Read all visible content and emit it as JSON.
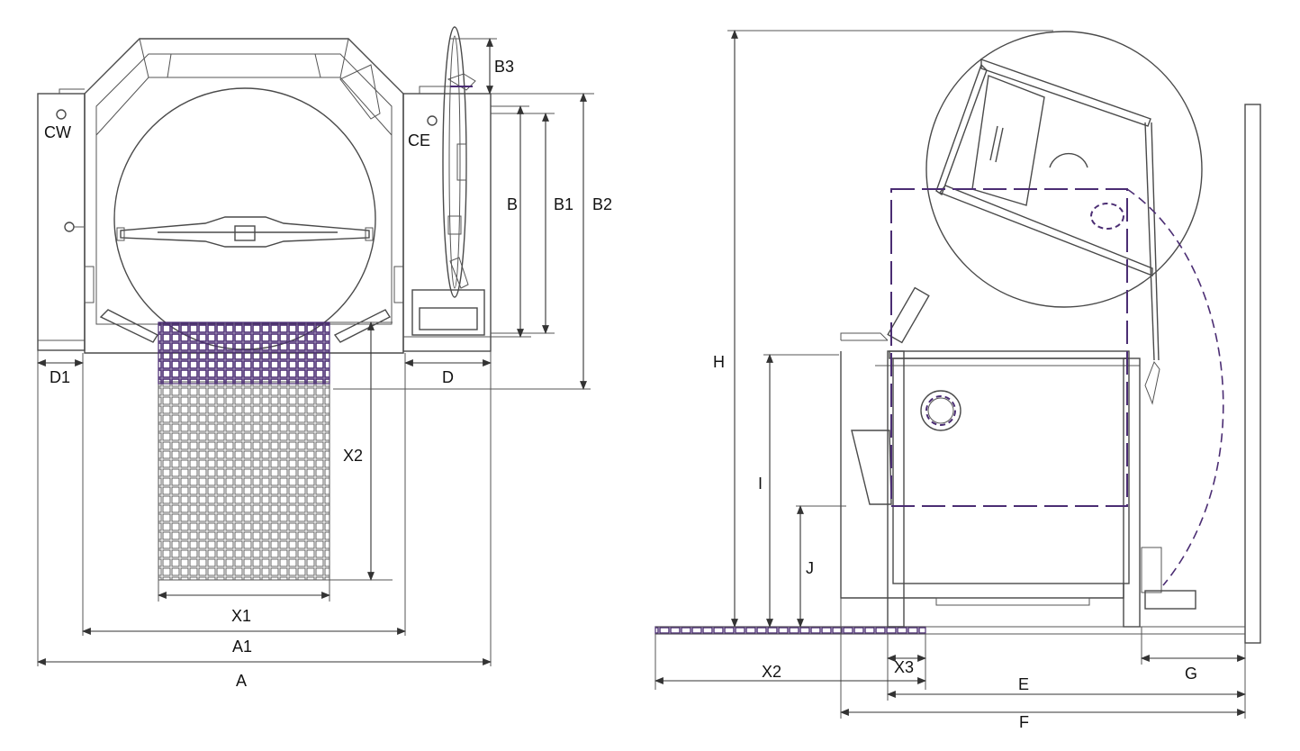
{
  "diagram": {
    "front_view_labels": {
      "cw": "CW",
      "ce": "CE",
      "b": "B",
      "b1": "B1",
      "b2": "B2",
      "b3": "B3",
      "d": "D",
      "d1": "D1",
      "x1": "X1",
      "x2": "X2",
      "a1": "A1",
      "a": "A"
    },
    "side_view_labels": {
      "h": "H",
      "i": "I",
      "j": "J",
      "x2": "X2",
      "x3": "X3",
      "e": "E",
      "f": "F",
      "g": "G"
    },
    "colors": {
      "line": "#4a4a4a",
      "accent": "#4b2d73",
      "background": "#ffffff"
    }
  }
}
